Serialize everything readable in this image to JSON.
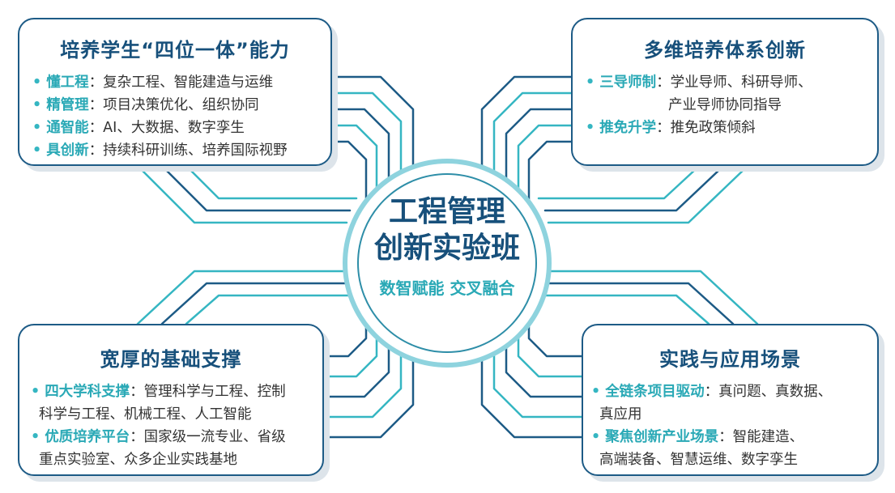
{
  "center": {
    "line1": "工程管理",
    "line2": "创新实验班",
    "tagline": "数智赋能 交叉融合"
  },
  "top_left": {
    "title": "培养学生“四位一体”能力",
    "items": [
      {
        "key": "懂工程",
        "text": "：复杂工程、智能建造与运维"
      },
      {
        "key": "精管理",
        "text": "：项目决策优化、组织协同"
      },
      {
        "key": "通智能",
        "text": "：AI、大数据、数字孪生"
      },
      {
        "key": "具创新",
        "text": "：持续科研训练、培养国际视野"
      }
    ]
  },
  "top_right": {
    "title": "多维培养体系创新",
    "items": [
      {
        "key": "三导师制",
        "text": "：学业导师、科研导师、",
        "cont": "产业导师协同指导"
      },
      {
        "key": "推免升学",
        "text": "：推免政策倾斜"
      }
    ]
  },
  "bottom_left": {
    "title": "宽厚的基础支撑",
    "items": [
      {
        "key": "四大学科支撑",
        "text": "：管理科学与工程、控制",
        "cont": "科学与工程、机械工程、人工智能"
      },
      {
        "key": "优质培养平台",
        "text": "：国家级一流专业、省级",
        "cont": "重点实验室、众多企业实践基地"
      }
    ]
  },
  "bottom_right": {
    "title": "实践与应用场景",
    "items": [
      {
        "key": "全链条项目驱动",
        "text": "：真问题、真数据、",
        "cont": "真应用"
      },
      {
        "key": "聚焦创新产业场景",
        "text": "：智能建造、",
        "cont": "高端装备、智慧运维、数字孪生"
      }
    ]
  },
  "colors": {
    "navy": "#1d5b86",
    "teal": "#2aa9b6",
    "light_teal": "#8ed3de",
    "title": "#17507b"
  }
}
